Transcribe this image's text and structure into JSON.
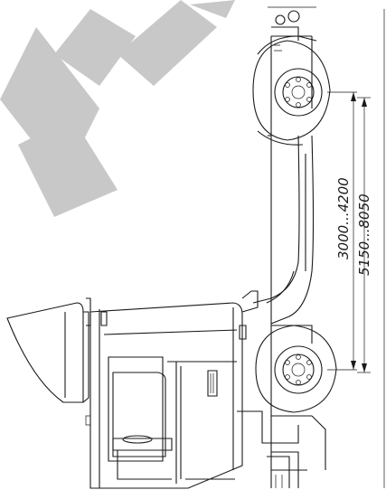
{
  "dimensions": {
    "wheelbase": "3000...4200",
    "overall_length": "5150...8050"
  },
  "colors": {
    "line": "#1a1a1a",
    "background": "#ffffff",
    "watermark": "#c8c8c8"
  },
  "watermark_text": "ER"
}
